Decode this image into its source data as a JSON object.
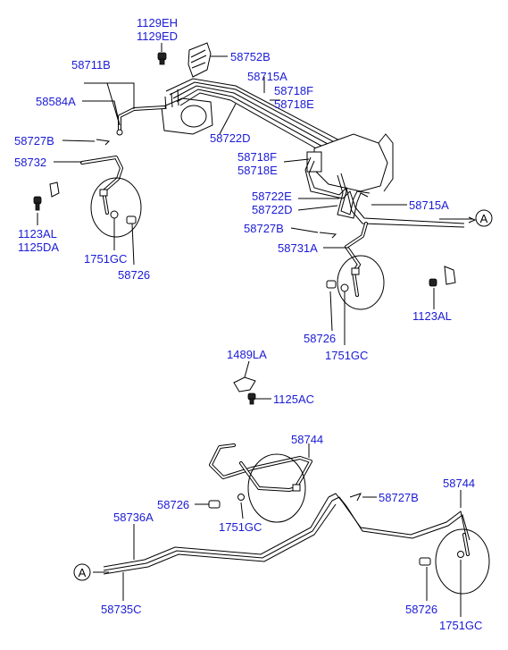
{
  "colors": {
    "label": "#1b1bd6",
    "line": "#000000",
    "background": "#ffffff"
  },
  "labels": {
    "p1129EH": "1129EH",
    "p1129ED": "1129ED",
    "p58752B": "58752B",
    "p58711B": "58711B",
    "p58715A_top": "58715A",
    "p58718F_top": "58718F",
    "p58718E_top": "58718E",
    "p58584A": "58584A",
    "p58722D_top": "58722D",
    "p58727B_left": "58727B",
    "p58732": "58732",
    "p58718F_mid": "58718F",
    "p58718E_mid": "58718E",
    "p58722E": "58722E",
    "p58722D_mid": "58722D",
    "p58715A_mid": "58715A",
    "ref_A_top": "A",
    "p1123AL_left": "1123AL",
    "p1125DA": "1125DA",
    "p1751GC_left": "1751GC",
    "p58726_left": "58726",
    "p58727B_mid": "58727B",
    "p58731A": "58731A",
    "p1123AL_right": "1123AL",
    "p58726_mid": "58726",
    "p1751GC_mid": "1751GC",
    "p1489LA": "1489LA",
    "p1125AC": "1125AC",
    "p58744_top": "58744",
    "p58726_bl": "58726",
    "p58727B_bot": "58727B",
    "p1751GC_bl": "1751GC",
    "p58744_right": "58744",
    "p58736A": "58736A",
    "ref_A_bot": "A",
    "p58735C": "58735C",
    "p58726_br": "58726",
    "p1751GC_br": "1751GC"
  }
}
